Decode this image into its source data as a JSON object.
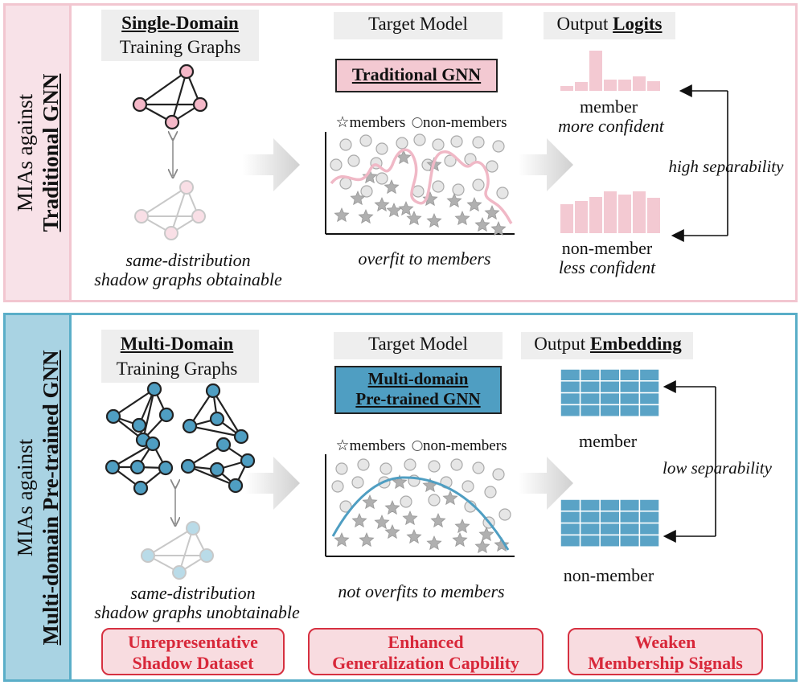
{
  "top": {
    "side_label_line1": "MIAs against",
    "side_label_line2": "Traditional GNN",
    "training_title": "Single-Domain",
    "training_subtitle": "Training Graphs",
    "shadow_caption_line1": "same-distribution",
    "shadow_caption_line2": "shadow graphs obtainable",
    "target_header": "Target Model",
    "model_label": "Traditional GNN",
    "legend_members": "members",
    "legend_nonmembers": "non-members",
    "plot_caption": "overfit to members",
    "output_header_prefix": "Output ",
    "output_header_bold": "Logits",
    "member_label": "member",
    "member_sub": "more confident",
    "nonmember_label": "non-member",
    "nonmember_sub": "less confident",
    "separability": "high separability"
  },
  "bottom": {
    "side_label_line1": "MIAs against",
    "side_label_line2": "Multi-domain Pre-trained GNN",
    "training_title": "Multi-Domain",
    "training_subtitle": "Training Graphs",
    "shadow_caption_line1": "same-distribution",
    "shadow_caption_line2": "shadow graphs unobtainable",
    "target_header": "Target Model",
    "model_label_line1": "Multi-domain",
    "model_label_line2": "Pre-trained GNN",
    "legend_members": "members",
    "legend_nonmembers": "non-members",
    "plot_caption": "not overfits to members",
    "output_header_prefix": "Output ",
    "output_header_bold": "Embedding",
    "member_label": "member",
    "nonmember_label": "non-member",
    "separability": "low separability",
    "callouts": [
      {
        "line1": "Unrepresentative",
        "line2": "Shadow Dataset"
      },
      {
        "line1": "Enhanced",
        "line2": "Generalization Capbility"
      },
      {
        "line1": "Weaken",
        "line2": "Membership Signals"
      }
    ]
  },
  "colors": {
    "pink_border": "#f2c6d0",
    "pink_fill": "#f3c9d2",
    "pink_node": "#f5b8c8",
    "blue_border": "#5aaec8",
    "blue_side": "#a9d3e3",
    "blue_node": "#4f9ec2",
    "blue_cell": "#5aa3c6",
    "gray_mark": "#c8c8c8",
    "callout_red": "#d63040"
  }
}
